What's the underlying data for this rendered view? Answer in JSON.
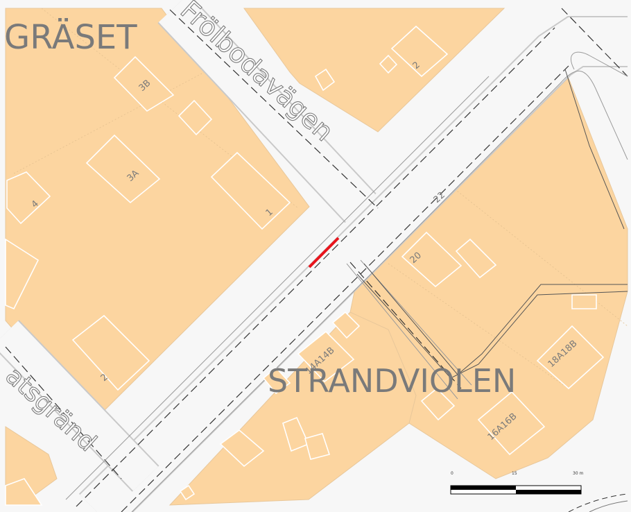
{
  "map": {
    "area_labels": {
      "graset": "GRÄSET",
      "strandviolen": "STRANDVIOLEN"
    },
    "street_labels": {
      "frolbodavagen": "Frölbodavägen",
      "gatsgrand": "atsgränd"
    },
    "house_numbers": {
      "n3b": "3B",
      "n3a": "3A",
      "n4": "4",
      "n1": "1",
      "n2_top": "2",
      "n2_left": "2",
      "n22": "22",
      "n20": "20",
      "n14": "14A14B",
      "n18": "18A18B",
      "n16": "16A16B"
    },
    "scale_bar": {
      "tick_0": "0",
      "tick_15": "15",
      "tick_30": "30 m"
    },
    "colors": {
      "parcel": "#fcd5a0",
      "building_outline": "#ffffff",
      "road": "#f7f7f7",
      "highlight": "#e8141c"
    }
  }
}
